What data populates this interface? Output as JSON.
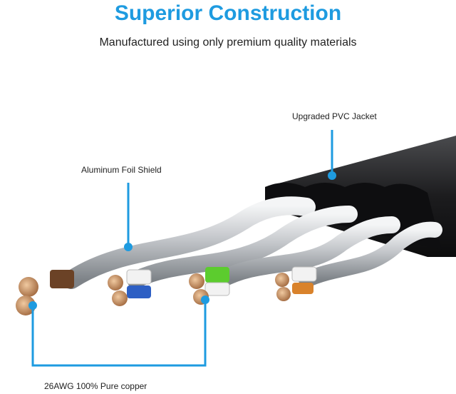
{
  "header": {
    "title": "Superior Construction",
    "subtitle": "Manufactured using only premium quality materials"
  },
  "callouts": {
    "jacket": "Upgraded PVC Jacket",
    "foil": "Aluminum Foil Shield",
    "copper": "26AWG 100% Pure copper"
  },
  "colors": {
    "accent": "#1e9be0",
    "jacket": "#1c1c1e",
    "foil": "#c9ccd0",
    "pair_brown": "#6b4226",
    "pair_blue": "#2d5fc4",
    "pair_green": "#5ccc2e",
    "pair_orange": "#d9822b",
    "copper": "#c9885a"
  }
}
